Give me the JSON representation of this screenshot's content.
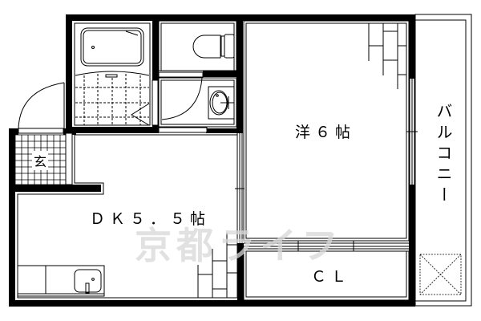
{
  "floor_plan": {
    "rooms": [
      {
        "id": "western-room",
        "label": "洋６帖"
      },
      {
        "id": "dining-kitchen",
        "label": "ＤＫ５．５帖"
      },
      {
        "id": "closet",
        "label": "ＣＬ"
      },
      {
        "id": "entrance",
        "label": "玄"
      },
      {
        "id": "balcony",
        "label": "バルコニー"
      }
    ],
    "fixtures": [
      "bathtub",
      "toilet",
      "washbasin",
      "kitchen-sink"
    ],
    "watermark": "京都ライフ"
  },
  "colors": {
    "wall": "#000000",
    "background": "#ffffff",
    "watermark": "#d8d8d8"
  }
}
